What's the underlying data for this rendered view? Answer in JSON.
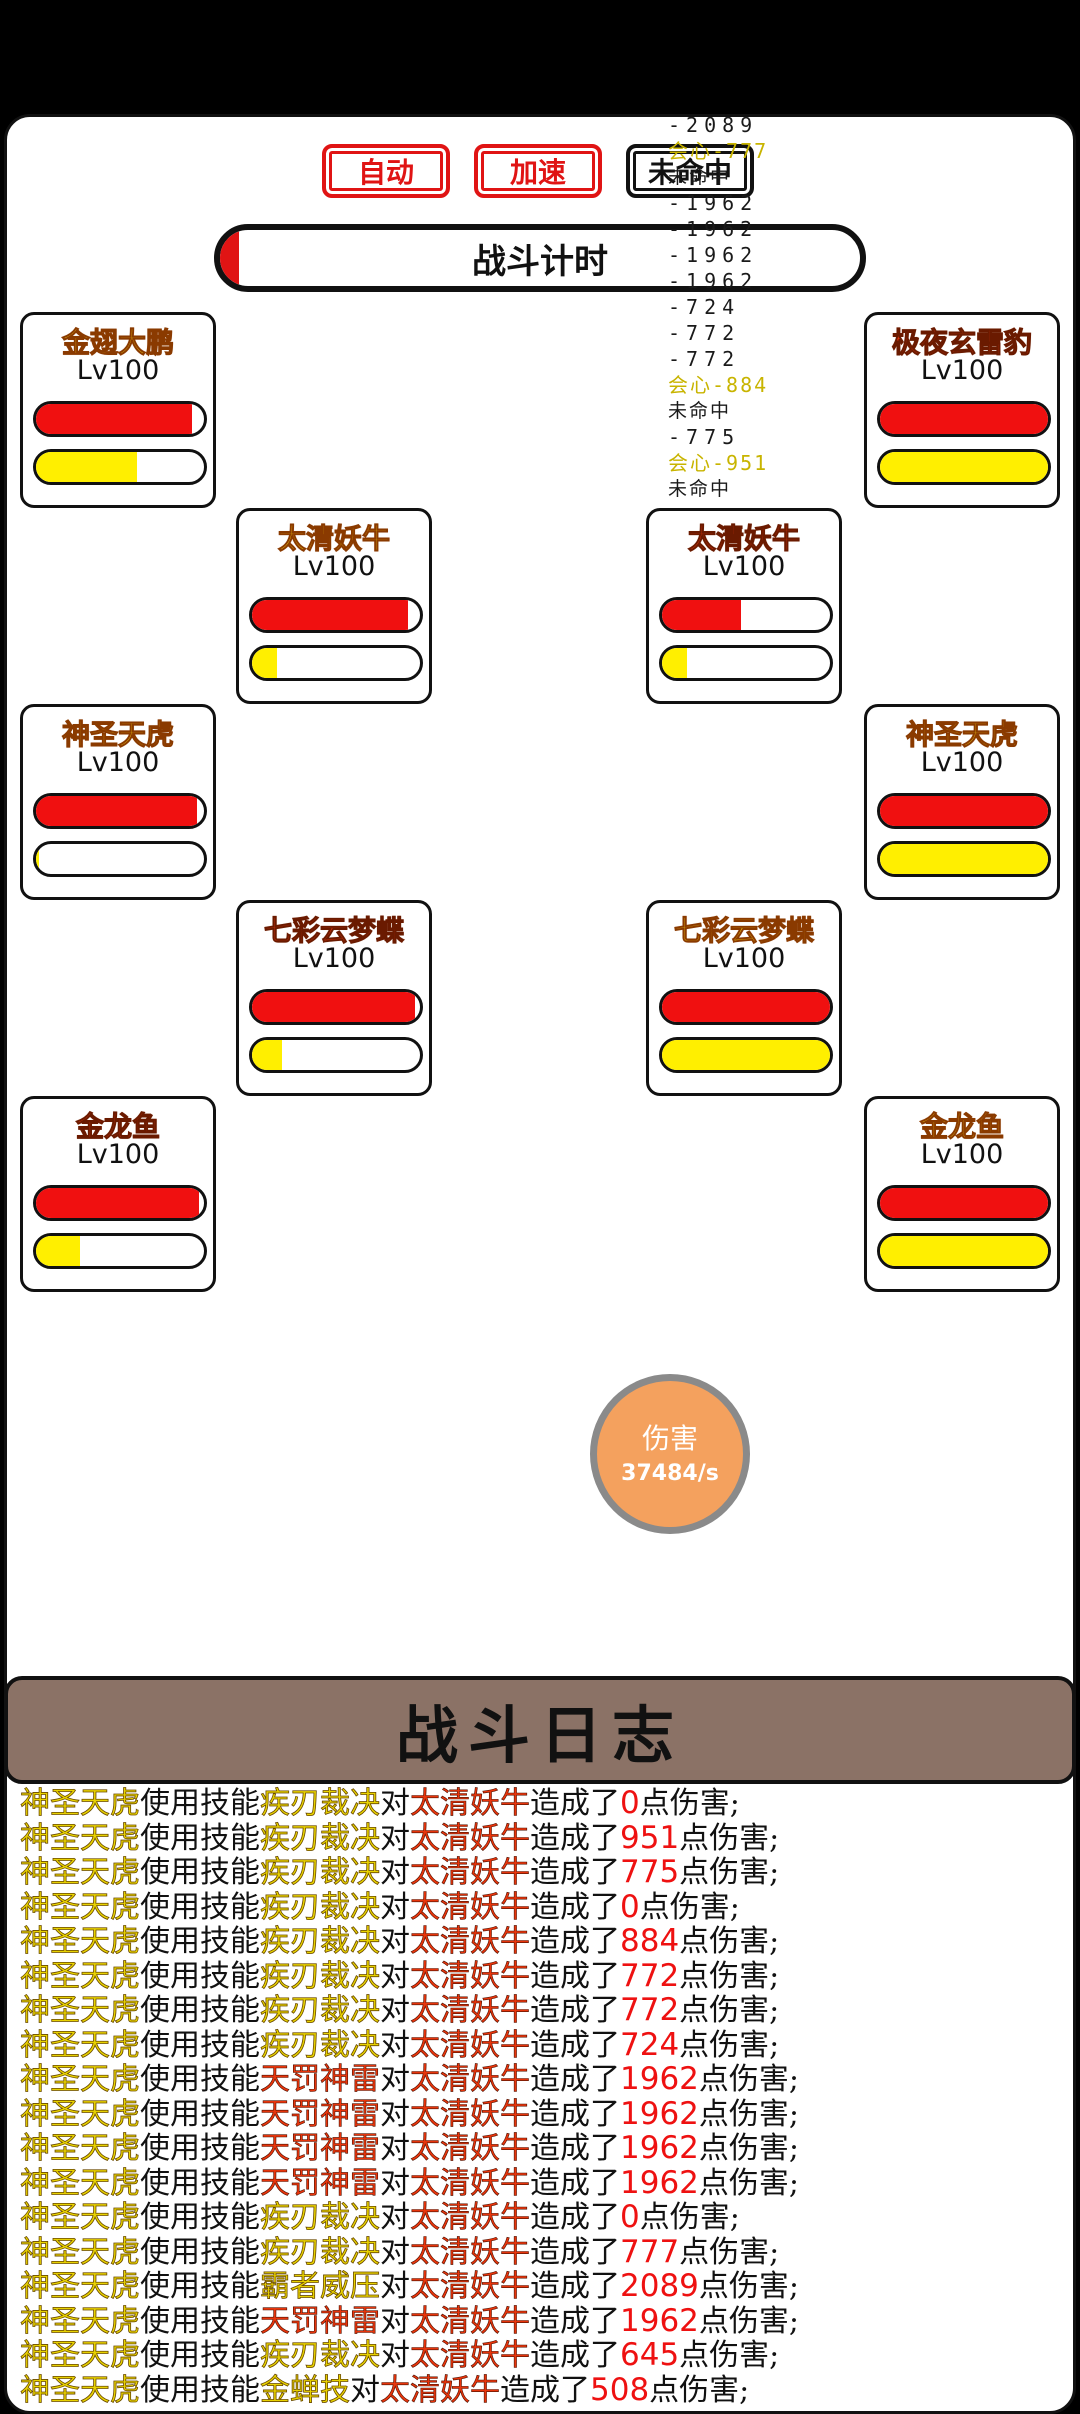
{
  "controls": {
    "auto": "自动",
    "speed": "加速",
    "third": "未命中"
  },
  "timer": {
    "label": "战斗计时",
    "progress": 0.03
  },
  "floating_damage": [
    {
      "text": "-2089",
      "type": "dmg"
    },
    {
      "text": "会心-777",
      "type": "crit"
    },
    {
      "text": "未命中",
      "type": "miss"
    },
    {
      "text": "-1962",
      "type": "dmg"
    },
    {
      "text": "-1962",
      "type": "dmg"
    },
    {
      "text": "-1962",
      "type": "dmg"
    },
    {
      "text": "-1962",
      "type": "dmg"
    },
    {
      "text": "-724",
      "type": "dmg"
    },
    {
      "text": "-772",
      "type": "dmg"
    },
    {
      "text": "-772",
      "type": "dmg"
    },
    {
      "text": "会心-884",
      "type": "crit"
    },
    {
      "text": "未命中",
      "type": "miss"
    },
    {
      "text": "-775",
      "type": "dmg"
    },
    {
      "text": "会心-951",
      "type": "crit"
    },
    {
      "text": "未命中",
      "type": "miss"
    }
  ],
  "left_team": [
    {
      "name": "金翅大鹏",
      "level": "Lv100",
      "hp": 0.93,
      "energy": 0.6,
      "name_color": "yellow"
    },
    {
      "name": "太清妖牛",
      "level": "Lv100",
      "hp": 0.93,
      "energy": 0.15,
      "name_color": "yellow"
    },
    {
      "name": "神圣天虎",
      "level": "Lv100",
      "hp": 0.96,
      "energy": 0.02,
      "name_color": "yellow"
    },
    {
      "name": "七彩云梦蝶",
      "level": "Lv100",
      "hp": 0.97,
      "energy": 0.18,
      "name_color": "red"
    },
    {
      "name": "金龙鱼",
      "level": "Lv100",
      "hp": 0.97,
      "energy": 0.26,
      "name_color": "red"
    }
  ],
  "right_team": [
    {
      "name": "极夜玄雷豹",
      "level": "Lv100",
      "hp": 1.0,
      "energy": 1.0,
      "name_color": "red"
    },
    {
      "name": "太清妖牛",
      "level": "Lv100",
      "hp": 0.47,
      "energy": 0.15,
      "name_color": "red"
    },
    {
      "name": "神圣天虎",
      "level": "Lv100",
      "hp": 1.0,
      "energy": 1.0,
      "name_color": "yellow"
    },
    {
      "name": "七彩云梦蝶",
      "level": "Lv100",
      "hp": 1.0,
      "energy": 1.0,
      "name_color": "yellow"
    },
    {
      "name": "金龙鱼",
      "level": "Lv100",
      "hp": 1.0,
      "energy": 1.0,
      "name_color": "yellow"
    }
  ],
  "dps": {
    "title": "伤害",
    "value": "37484/s"
  },
  "log": {
    "title": "战斗日志",
    "entries": [
      {
        "actor": "神圣天虎",
        "skill": "疾刃裁决",
        "target": "太清妖牛",
        "damage": "0",
        "skill_color": "yellow"
      },
      {
        "actor": "神圣天虎",
        "skill": "疾刃裁决",
        "target": "太清妖牛",
        "damage": "951",
        "skill_color": "yellow"
      },
      {
        "actor": "神圣天虎",
        "skill": "疾刃裁决",
        "target": "太清妖牛",
        "damage": "775",
        "skill_color": "yellow"
      },
      {
        "actor": "神圣天虎",
        "skill": "疾刃裁决",
        "target": "太清妖牛",
        "damage": "0",
        "skill_color": "yellow"
      },
      {
        "actor": "神圣天虎",
        "skill": "疾刃裁决",
        "target": "太清妖牛",
        "damage": "884",
        "skill_color": "yellow"
      },
      {
        "actor": "神圣天虎",
        "skill": "疾刃裁决",
        "target": "太清妖牛",
        "damage": "772",
        "skill_color": "yellow"
      },
      {
        "actor": "神圣天虎",
        "skill": "疾刃裁决",
        "target": "太清妖牛",
        "damage": "772",
        "skill_color": "yellow"
      },
      {
        "actor": "神圣天虎",
        "skill": "疾刃裁决",
        "target": "太清妖牛",
        "damage": "724",
        "skill_color": "yellow"
      },
      {
        "actor": "神圣天虎",
        "skill": "天罚神雷",
        "target": "太清妖牛",
        "damage": "1962",
        "skill_color": "red"
      },
      {
        "actor": "神圣天虎",
        "skill": "天罚神雷",
        "target": "太清妖牛",
        "damage": "1962",
        "skill_color": "red"
      },
      {
        "actor": "神圣天虎",
        "skill": "天罚神雷",
        "target": "太清妖牛",
        "damage": "1962",
        "skill_color": "red"
      },
      {
        "actor": "神圣天虎",
        "skill": "天罚神雷",
        "target": "太清妖牛",
        "damage": "1962",
        "skill_color": "red"
      },
      {
        "actor": "神圣天虎",
        "skill": "疾刃裁决",
        "target": "太清妖牛",
        "damage": "0",
        "skill_color": "yellow"
      },
      {
        "actor": "神圣天虎",
        "skill": "疾刃裁决",
        "target": "太清妖牛",
        "damage": "777",
        "skill_color": "yellow"
      },
      {
        "actor": "神圣天虎",
        "skill": "霸者威压",
        "target": "太清妖牛",
        "damage": "2089",
        "skill_color": "yellow"
      },
      {
        "actor": "神圣天虎",
        "skill": "天罚神雷",
        "target": "太清妖牛",
        "damage": "1962",
        "skill_color": "red"
      },
      {
        "actor": "神圣天虎",
        "skill": "疾刃裁决",
        "target": "太清妖牛",
        "damage": "645",
        "skill_color": "yellow"
      },
      {
        "actor": "神圣天虎",
        "skill": "金蝉技",
        "target": "太清妖牛",
        "damage": "508",
        "skill_color": "yellow"
      }
    ],
    "phrases": {
      "use": "使用技能",
      "on": "对",
      "dealt": "造成了",
      "suffix": "点伤害;"
    }
  }
}
